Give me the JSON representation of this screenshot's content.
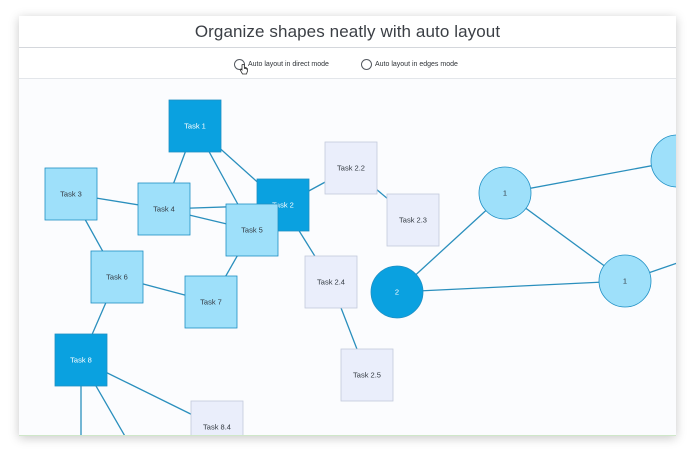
{
  "header": {
    "title": "Organize shapes neatly with auto layout"
  },
  "options": [
    {
      "label": "Auto layout in direct mode"
    },
    {
      "label": "Auto layout in edges mode"
    }
  ],
  "colors": {
    "edge": "#2a8fbd",
    "node_dark": "#0aa1e0",
    "node_mid": "#9ee0fa",
    "node_light": "#eaeefb"
  },
  "diagram": {
    "nodes": [
      {
        "id": "t1",
        "label": "Task 1"
      },
      {
        "id": "t2",
        "label": "Task 2"
      },
      {
        "id": "t3",
        "label": "Task 3"
      },
      {
        "id": "t4",
        "label": "Task 4"
      },
      {
        "id": "t5",
        "label": "Task 5"
      },
      {
        "id": "t6",
        "label": "Task 6"
      },
      {
        "id": "t7",
        "label": "Task 7"
      },
      {
        "id": "t8",
        "label": "Task 8"
      },
      {
        "id": "t22",
        "label": "Task 2.2"
      },
      {
        "id": "t23",
        "label": "Task 2.3"
      },
      {
        "id": "t24",
        "label": "Task 2.4"
      },
      {
        "id": "t25",
        "label": "Task 2.5"
      },
      {
        "id": "t84",
        "label": "Task 8.4"
      },
      {
        "id": "c1",
        "label": "1"
      },
      {
        "id": "c2",
        "label": "1"
      },
      {
        "id": "c3",
        "label": "2"
      },
      {
        "id": "c4",
        "label": ""
      }
    ]
  }
}
